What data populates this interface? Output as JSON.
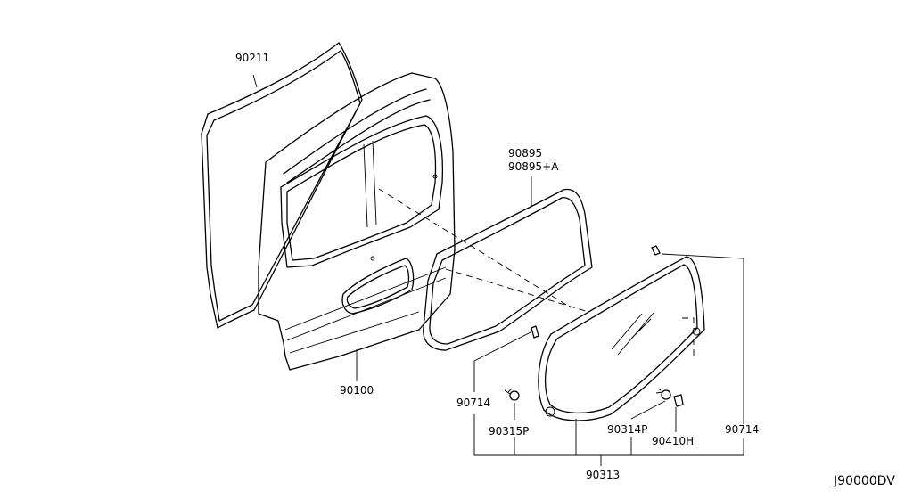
{
  "diagram_code": "J90000DV",
  "parts": {
    "weatherstrip": "90211",
    "back_door_panel": "90100",
    "moulding_1": "90895",
    "moulding_2": "90895+A",
    "fastener_left": "90714",
    "fastener_right": "90714",
    "spacer_left": "90315P",
    "spacer_right": "90314P",
    "dam": "90410H",
    "back_glass": "90313"
  }
}
